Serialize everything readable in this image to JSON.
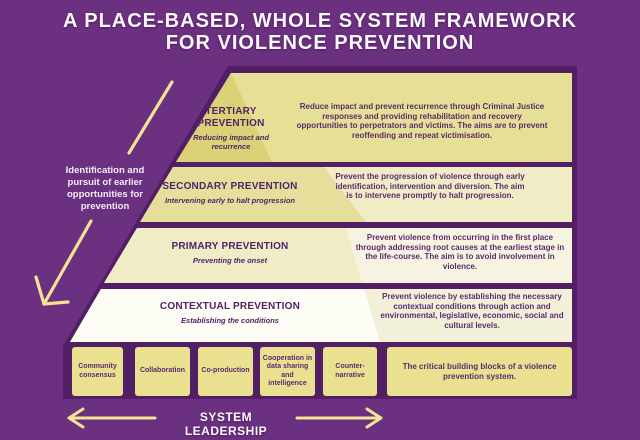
{
  "title": {
    "line1": "A PLACE-BASED, WHOLE SYSTEM FRAMEWORK",
    "line2": "FOR VIOLENCE PREVENTION"
  },
  "side_note": {
    "text": "Identification and pursuit of earlier opportunities for prevention"
  },
  "levels": [
    {
      "name": "TERTIARY PREVENTION",
      "tagline": "Reducing impact and recurrence",
      "description": "Reduce impact and prevent recurrence through Criminal Justice responses and providing rehabilitation and recovery opportunities to perpetrators and victims. The aims are to prevent reoffending and repeat victimisation."
    },
    {
      "name": "SECONDARY PREVENTION",
      "tagline": "Intervening early to halt progression",
      "description": "Prevent the progression of violence through early identification, intervention and diversion. The aim is to intervene promptly to halt progression."
    },
    {
      "name": "PRIMARY PREVENTION",
      "tagline": "Preventing the onset",
      "description": "Prevent violence from occurring in the first place through addressing root causes at the earliest stage in the life-course. The aim is to avoid involvement in violence."
    },
    {
      "name": "CONTEXTUAL PREVENTION",
      "tagline": "Establishing the conditions",
      "description": "Prevent violence by establishing the necessary contextual conditions through action and environmental, legislative, economic, social and cultural levels."
    }
  ],
  "building_blocks": {
    "items": [
      "Community consensus",
      "Collaboration",
      "Co-production",
      "Cooperation in data sharing and intelligence",
      "Counter-narrative"
    ],
    "summary": "The critical building blocks of a violence prevention system."
  },
  "footer": {
    "label": "SYSTEM LEADERSHIP"
  },
  "colors": {
    "background_purple": "#6C3080",
    "backdrop_dark_purple": "#521E64",
    "pyramid_yellow_dark": "#DBD277",
    "band_tertiary": "#E6DF96",
    "band_secondary": "#F0EDC6",
    "band_primary": "#F6F4E1",
    "band_contextual": "#F3F0DA",
    "block_yellow": "#E9E190",
    "arrow_yellow": "#F2E492",
    "text_purple": "#5C2A6E",
    "text_white": "#FBF9FC"
  }
}
